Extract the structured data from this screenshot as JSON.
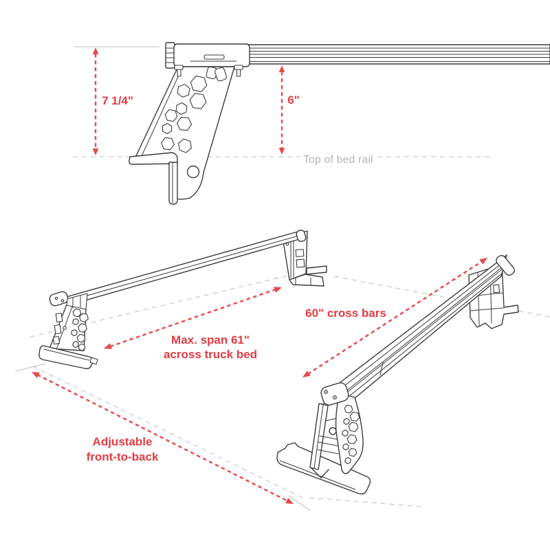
{
  "title": "Truck bed rack dimensions diagram",
  "colors": {
    "background": "#ffffff",
    "line_art_ink": "#3a3a3a",
    "guide_gray": "#c9c9c9",
    "guide_label_gray": "#b5b5b5",
    "dimension_red": "#e23c43"
  },
  "side_view": {
    "total_height_label": "7 1/4\"",
    "above_rail_height_label": "6\"",
    "bed_rail_label": "Top of bed rail"
  },
  "iso_view": {
    "crossbar_label": "60\" cross bars",
    "span_label_line1": "Max. span 61\"",
    "span_label_line2": "across truck bed",
    "adjust_label_line1": "Adjustable",
    "adjust_label_line2": "front-to-back"
  }
}
